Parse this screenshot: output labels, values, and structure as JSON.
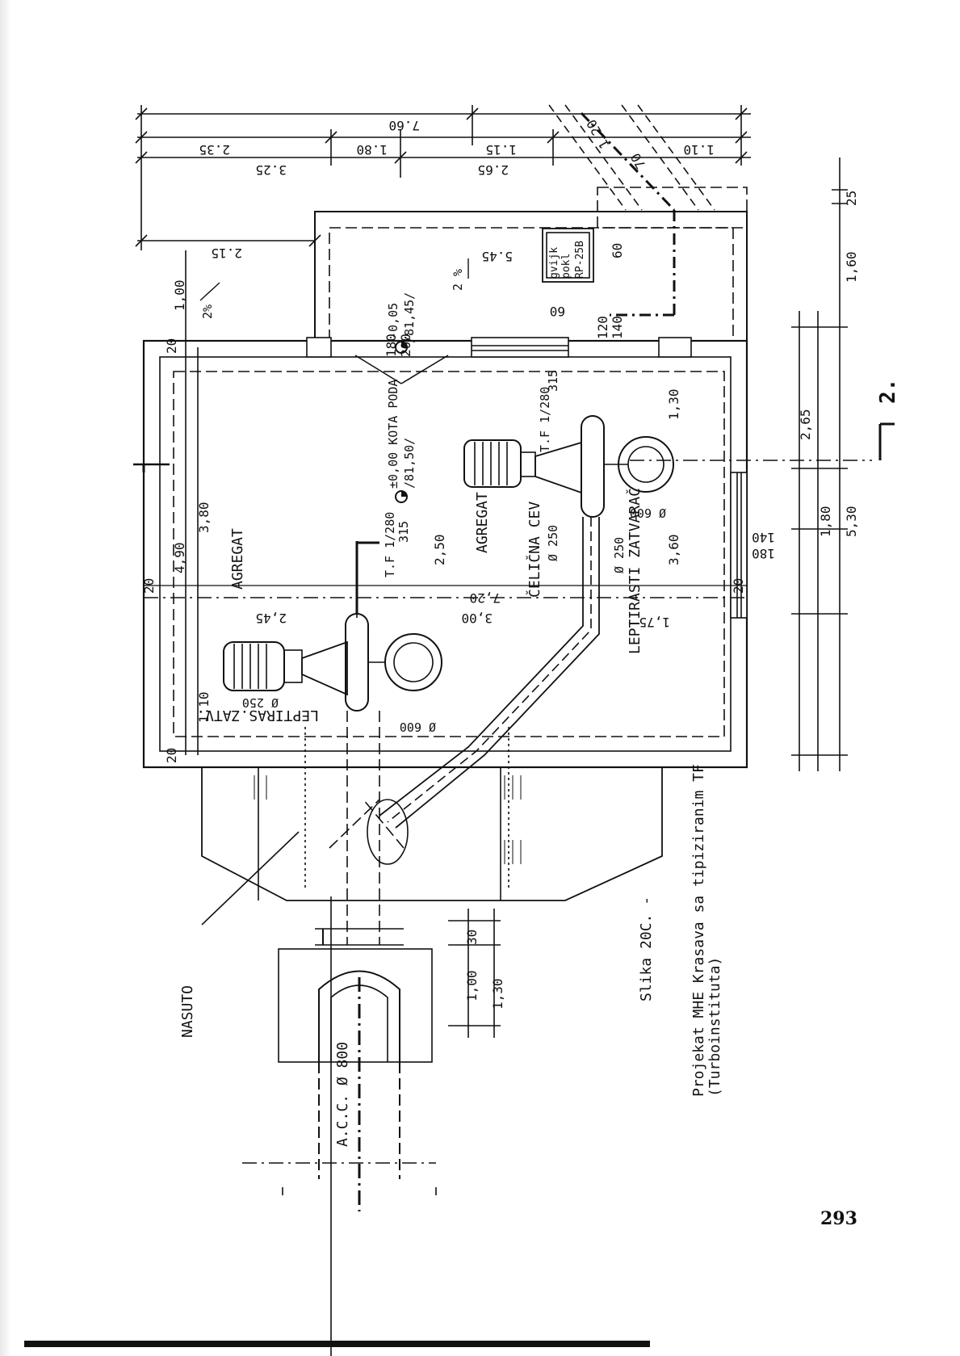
{
  "page_number": "293",
  "caption": {
    "figure": "Slika 20C. -",
    "line1": "Projekat MHE Krasava sa tipiziranim TF",
    "line2": "(Turboinstituta)"
  },
  "labels": {
    "agregat": "AGREGAT",
    "celicna_cev": "ČELIČNA CEV",
    "leptirasti_zatvarac": "LEPTIRASTI ZATVARAČ",
    "leptiras_zatv": "LEPTIRAS.ZATV.",
    "nasuto": "NASUTO",
    "acc": "A.C.C. Ø 800",
    "kota_poda": "±0,00 KOTA PODA",
    "kota_poda_value": "/81,50/",
    "level_low": "-0,05",
    "level_low_value": "/81,45/",
    "tf1": "T.F 1/280",
    "tf1_b": "315",
    "tf1_left": "T.F 1/280",
    "tf1_left_b": "315",
    "gvijk": "gvijk",
    "pokl": "pokl",
    "rp": "RP-25B",
    "phi250_left": "Ø 250",
    "phi600_left": "Ø 600",
    "phi250_mid": "Ø 250",
    "phi250_mid2": "Ø 250",
    "phi600_right": "Ø 600",
    "slope_a": "2%",
    "slope_b": "2 %",
    "section_mark": "2."
  },
  "dimensions": {
    "top": [
      "7.60",
      "2.35",
      "1.80",
      "1.15",
      "1.20",
      "1.10",
      "3.25",
      "2.65",
      "70",
      "2.15",
      "5.45"
    ],
    "left": [
      "1,00",
      "20",
      "3,80",
      "4,90",
      "20",
      "1,10",
      "20"
    ],
    "middle": [
      "2,45",
      "2,50",
      "7,20",
      "3,00",
      "3,60",
      "1,30",
      "1,75",
      "1,80",
      "2,65",
      "5,30",
      "1,60",
      "25"
    ],
    "right_small": [
      "60",
      "60",
      "120",
      "140",
      "180",
      "200",
      "140",
      "180",
      "20"
    ],
    "bottom": [
      "1,00",
      "1,30",
      "30"
    ]
  }
}
